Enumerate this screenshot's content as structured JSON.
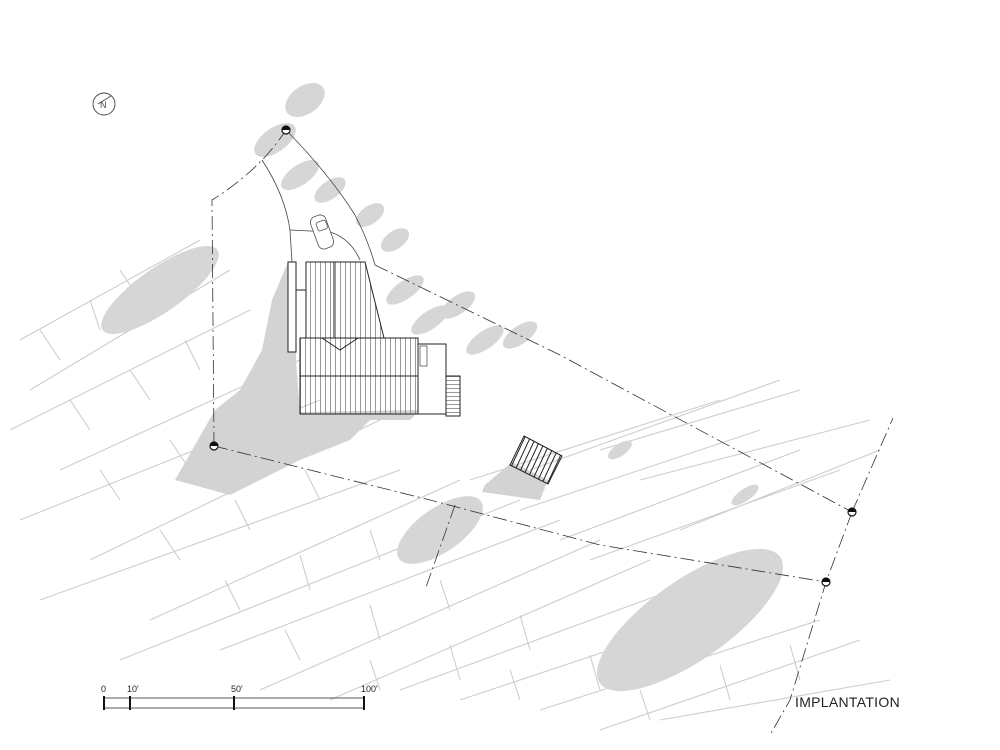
{
  "drawing": {
    "title": "IMPLANTATION",
    "north_arrow": {
      "label": "N",
      "icon": "north-arrow-icon"
    },
    "scale_bar": {
      "marks": [
        {
          "value": 0,
          "label": "0"
        },
        {
          "value": 10,
          "label": "10'"
        },
        {
          "value": 50,
          "label": "50'"
        },
        {
          "value": 100,
          "label": "100'"
        }
      ],
      "units": "feet"
    },
    "colors": {
      "line": "#333333",
      "shadow": "#d4d4d4",
      "tree": "#bdbdbd",
      "background": "#ffffff"
    }
  }
}
